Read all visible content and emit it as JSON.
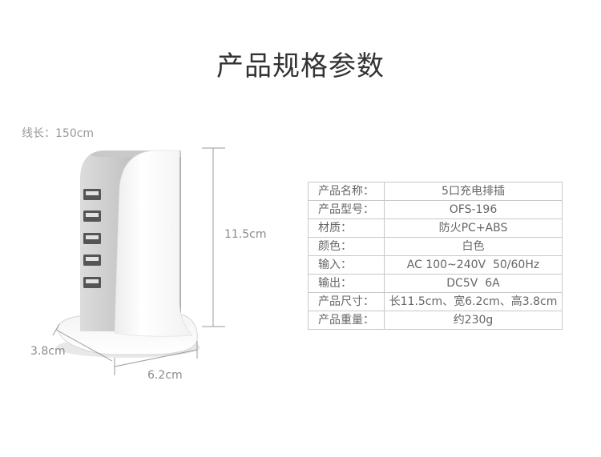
{
  "title": "产品规格参数",
  "cable_length": "线长：150cm",
  "dimensions": {
    "height": "11.5cm",
    "depth": "3.8cm",
    "width": "6.2cm"
  },
  "spec_table": {
    "rows": [
      {
        "label": "产品名称：",
        "value": "5口充电排插"
      },
      {
        "label": "产品型号：",
        "value": "OFS-196"
      },
      {
        "label": "材质：",
        "value": "防火PC+ABS"
      },
      {
        "label": "颜色：",
        "value": "白色"
      },
      {
        "label": "输入：",
        "value": "AC 100~240V  50/60Hz"
      },
      {
        "label": "输出：",
        "value": "DC5V  6A"
      },
      {
        "label": "产品尺寸：",
        "value": "长11.5cm、宽6.2cm、高3.8cm"
      },
      {
        "label": "产品重量：",
        "value": "约230g"
      }
    ]
  },
  "colors": {
    "title_text": "#333333",
    "table_text": "#666666",
    "table_border": "#c8c8c8",
    "dimension_line": "#999999",
    "product_body": "#f7f7f7",
    "product_panel": "#bdbdbd",
    "usb_port": "#555555"
  }
}
